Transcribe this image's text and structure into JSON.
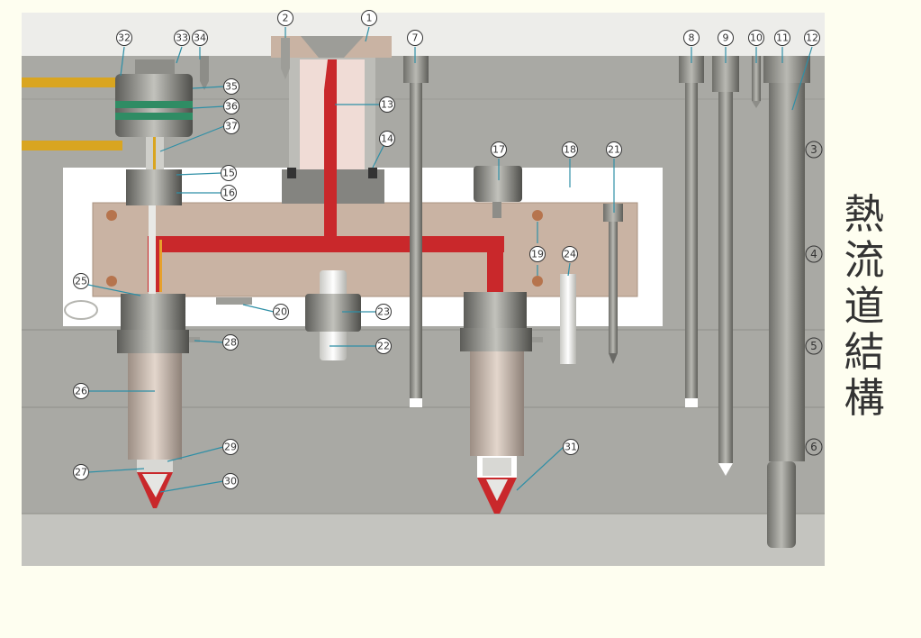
{
  "title_chars": [
    "熱",
    "流",
    "道",
    "結",
    "構"
  ],
  "colors": {
    "background": "#fefef0",
    "plate": "#a9a9a4",
    "plate_light": "#c4c4bf",
    "manifold": "#c9b3a3",
    "runner": "#c9282b",
    "air_line": "#d9a520",
    "coil_green": "#2f8c64",
    "heater_body": "#c7b9ae"
  },
  "callouts": [
    "1",
    "2",
    "7",
    "8",
    "9",
    "10",
    "11",
    "12",
    "13",
    "14",
    "15",
    "16",
    "17",
    "18",
    "19",
    "20",
    "21",
    "22",
    "23",
    "24",
    "25",
    "26",
    "27",
    "28",
    "29",
    "30",
    "31",
    "32",
    "33",
    "34",
    "35",
    "36",
    "37"
  ],
  "plate_labels": [
    "3",
    "4",
    "5",
    "6"
  ]
}
